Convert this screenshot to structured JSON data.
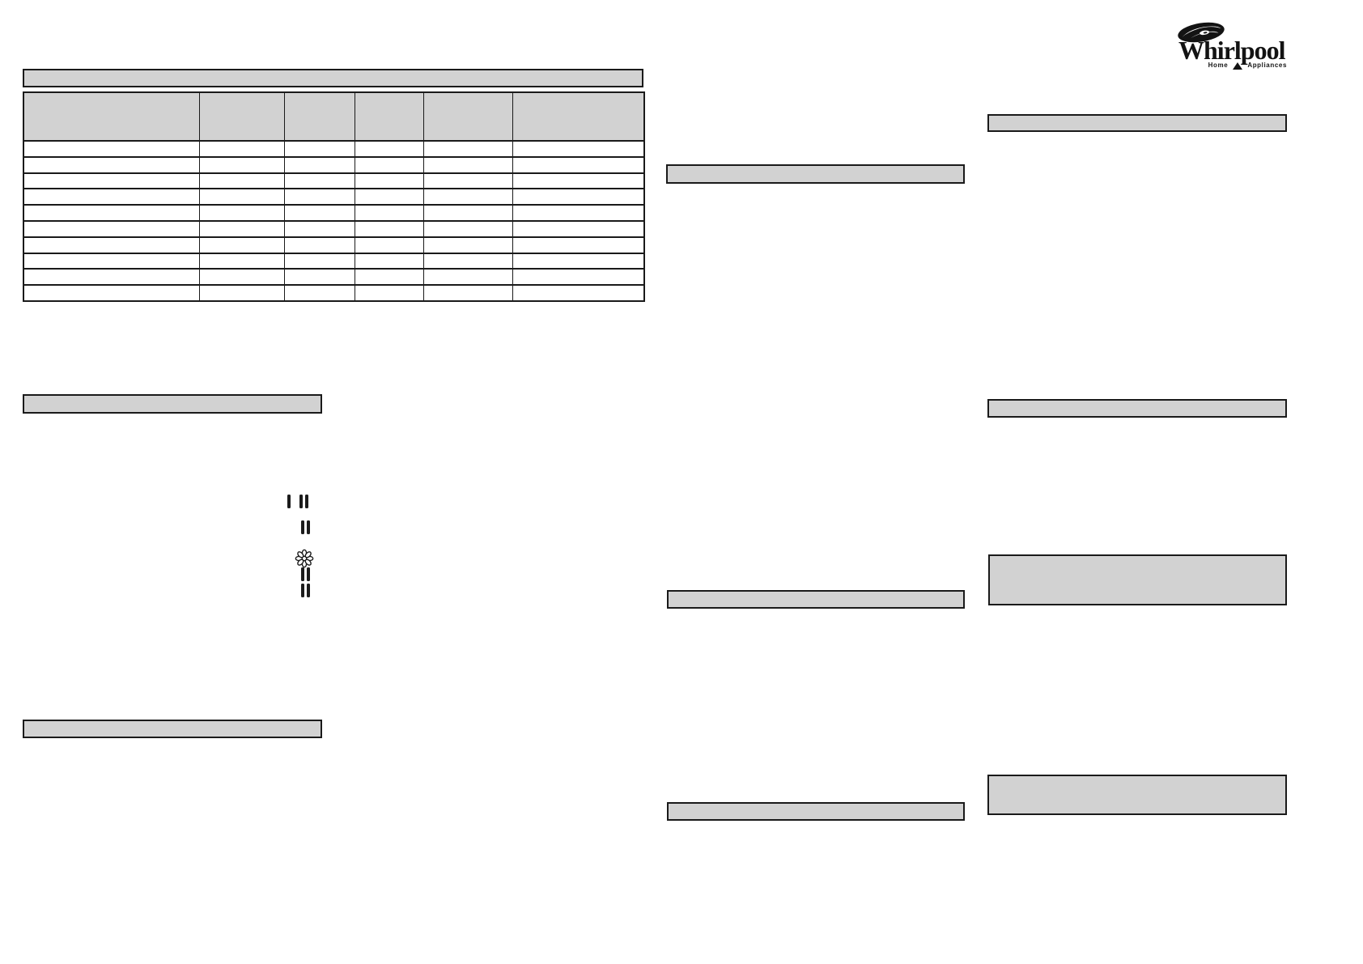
{
  "page": {
    "kind": "appliance-instruction-sheet-blank-template",
    "background": "#ffffff"
  },
  "logo": {
    "brand": "Whirlpool",
    "tagline_left": "Home",
    "tagline_right": "Appliances",
    "swirl_icon": "whirlpool-swirl-icon"
  },
  "colors": {
    "bar_fill": "#d2d2d2",
    "border": "#1a1a1a",
    "ink": "#131313"
  },
  "program_table": {
    "title_bar_label": "",
    "column_headers": [
      "",
      "",
      "",
      "",
      "",
      ""
    ],
    "column_count": 6,
    "data_row_count": 10,
    "cells_empty": true
  },
  "section_bars": [
    {
      "id": "left-section-1",
      "label": ""
    },
    {
      "id": "left-section-2",
      "label": ""
    },
    {
      "id": "middle-section-1",
      "label": ""
    },
    {
      "id": "middle-section-2",
      "label": ""
    },
    {
      "id": "middle-section-3",
      "label": ""
    },
    {
      "id": "right-section-1",
      "label": ""
    },
    {
      "id": "right-section-2",
      "label": ""
    },
    {
      "id": "right-box-1",
      "label": ""
    },
    {
      "id": "right-box-2",
      "label": ""
    }
  ],
  "switch_symbols": {
    "rows": [
      {
        "id": "position-1-2",
        "pattern": "I II"
      },
      {
        "id": "position-2",
        "pattern": "II"
      },
      {
        "id": "fan",
        "icon": "fan-flower-icon"
      },
      {
        "id": "fan-bars-upper",
        "pattern": "II"
      },
      {
        "id": "fan-bars-lower",
        "pattern": "II"
      }
    ]
  }
}
